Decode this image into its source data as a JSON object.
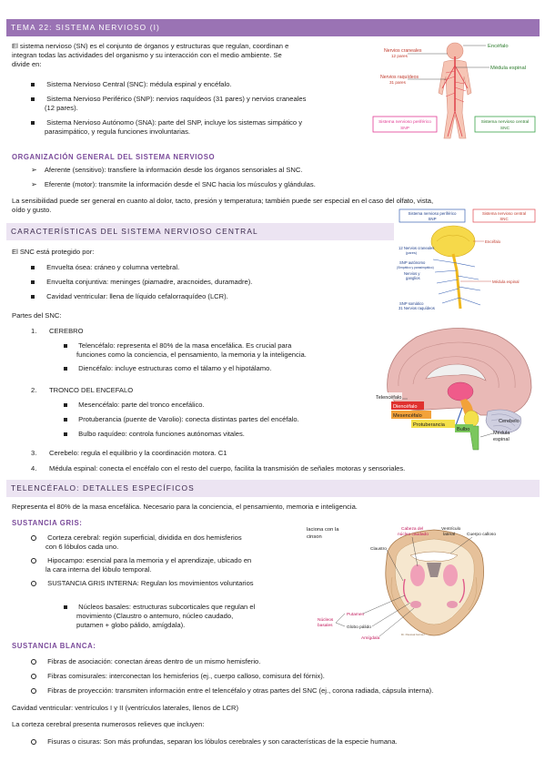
{
  "header": {
    "title": "TEMA 22: SISTEMA NERVIOSO (I)"
  },
  "intro": [
    "El sistema nervioso (SN) es el conjunto de órganos y estructuras que regulan, coordinan e",
    "integran todas las actividades del organismo y su interacción con el medio ambiente. Se",
    "divide en:"
  ],
  "divisions": [
    {
      "lines": [
        "Sistema Nervioso Central (SNC): médula espinal y encéfalo."
      ]
    },
    {
      "lines": [
        "Sistema Nervioso Periférico (SNP): nervios raquídeos (31 pares) y nervios craneales",
        "(12 pares)."
      ]
    },
    {
      "lines": [
        "Sistema Nervioso Autónomo (SNA): parte del SNP, incluye los sistemas simpático y",
        "parasimpático, y regula funciones involuntarias."
      ]
    }
  ],
  "organizacion": {
    "title": "ORGANIZACIÓN GENERAL DEL SISTEMA NERVIOSO",
    "items": [
      "Aferente (sensitivo): transfiere la información desde los órganos sensoriales al SNC.",
      "Eferente (motor): transmite la información desde el SNC hacia los músculos y glándulas."
    ],
    "note": [
      "La sensibilidad puede ser general en cuanto al dolor, tacto, presión y temperatura; también puede ser especial en el caso del olfato, vista,",
      "oído y gusto."
    ]
  },
  "caracteristicas": {
    "title": "CARACTERÍSTICAS DEL SISTEMA NERVIOSO CENTRAL",
    "protegido": "El SNC está protegido por:",
    "protecciones": [
      "Envuelta ósea: cráneo y columna vertebral.",
      "Envuelta conjuntiva: meninges (piamadre, aracnoides, duramadre).",
      "Cavidad ventricular: llena de líquido cefalorraquídeo (LCR)."
    ],
    "partes": "Partes del SNC:",
    "list": [
      {
        "num": "1.",
        "label": "CEREBRO",
        "sub": [
          {
            "lines": [
              "Telencéfalo: representa el 80% de la masa encefálica. Es crucial para",
              "funciones como la conciencia, el pensamiento, la memoria y la inteligencia."
            ]
          },
          {
            "lines": [
              "Diencéfalo: incluye estructuras como el tálamo y el hipotálamo."
            ]
          }
        ]
      },
      {
        "num": "2.",
        "label": "TRONCO DEL ENCEFALO",
        "sub": [
          {
            "lines": [
              "Mesencéfalo: parte del tronco encefálico."
            ]
          },
          {
            "lines": [
              "Protuberancia (puente de Varolio): conecta distintas partes del encéfalo."
            ]
          },
          {
            "lines": [
              "Bulbo raquídeo: controla funciones autónomas vitales."
            ]
          }
        ]
      },
      {
        "num": "3.",
        "label": "Cerebelo: regula el equilibrio y la coordinación motora. C1"
      },
      {
        "num": "4.",
        "label": "Médula espinal: conecta el encéfalo con el resto del cuerpo, facilita la transmisión de señales motoras y sensoriales."
      }
    ]
  },
  "telencefalo": {
    "title": "TELENCÉFALO: DETALLES ESPECÍFICOS",
    "intro": "Representa el 80% de la masa encefálica. Necesario para la conciencia, el pensamiento, memoria e inteligencia.",
    "gris_title": "SUSTANCIA GRIS:",
    "gris": [
      {
        "lines": [
          "Corteza cerebral: región superficial, dividida en dos hemisferios",
          "con 6 lóbulos cada uno."
        ]
      },
      {
        "lines": [
          "Hipocampo: esencial para la memoria y el aprendizaje, ubicado en",
          "la cara interna del lóbulo temporal."
        ]
      },
      {
        "lines": [
          "SUSTANCIA GRIS INTERNA: Regulan los movimientos voluntarios"
        ]
      }
    ],
    "nucleos": [
      "Núcleos basales: estructuras subcorticales que regulan el",
      "movimiento (Claustro o antemuro, núcleo caudado,",
      "putamen + globo pálido, amígdala)."
    ],
    "blanca_title": "SUSTANCIA BLANCA:",
    "blanca": [
      "Fibras de asociación: conectan áreas dentro de un mismo hemisferio.",
      "Fibras comisurales: interconectan los hemisferios (ej., cuerpo calloso, comisura del fórnix).",
      "Fibras de proyección: transmiten información entre el telencéfalo y otras partes del SNC (ej., corona radiada, cápsula interna)."
    ],
    "cavidad": "Cavidad ventricular: ventrículos I y II (ventrículos laterales, llenos de LCR)",
    "relieves": "La corteza cerebral presenta numerosos relieves que incluyen:",
    "fisuras": "Fisuras o cisuras: Son más profundas, separan los lóbulos cerebrales y son características de la especie humana."
  },
  "figure1": {
    "labels": {
      "encefalo": "Encéfalo",
      "craneales": "Nervios craneales",
      "craneales_sub": "12 pares",
      "medula": "Médula espinal",
      "raquideos": "Nervios raquídeos",
      "raquideos_sub": "31 pares",
      "snp": "Sistema nervioso periférico",
      "snp_abbr": "SNP",
      "snc": "Sistema nervioso central",
      "snc_abbr": "SNC"
    }
  },
  "figure2": {
    "labels": {
      "snp": "Sistema nervioso periférico",
      "snp_abbr": "SNP",
      "snc": "Sistema nervioso central",
      "snc_abbr": "SNC",
      "encefalo": "Encéfalo",
      "craneales": "12 Nervios craneales",
      "craneales_sub": "(pares)",
      "autonomo": "SNP autónomo",
      "autonomo_sub": "(Simpático y parasimpático)",
      "nervios": "Nervios y",
      "ganglios": "ganglios",
      "medula": "Médula espinal",
      "somatico": "SNP somático",
      "raquideos": "31 Nervios raquídeos"
    }
  },
  "figure3": {
    "labels": {
      "telencefalo": "Telencéfalo",
      "diencefalo": "Diencéfalo",
      "mesencefalo": "Mesencéfalo",
      "protuberancia": "Protuberancia",
      "bulbo": "Bulbo",
      "cerebelo": "Cerebelo",
      "medula": "Médula",
      "espinal": "espinal"
    }
  },
  "figure4": {
    "labels": {
      "partial1": "laciona con la",
      "partial2": "cinson",
      "cabeza": "Cabeza del",
      "nucleo": "núcleo caudado",
      "ventriculo": "Ventrículo",
      "lateral": "lateral",
      "cuerpo": "Cuerpo calloso",
      "claustro": "Claustro",
      "nucleos_b": "Núcleos",
      "basales": "basales",
      "putamen": "Putamen",
      "globo": "Globo pálido",
      "amigdala": "Amígdala",
      "credit": "Dr. Pascual Gómez"
    }
  }
}
